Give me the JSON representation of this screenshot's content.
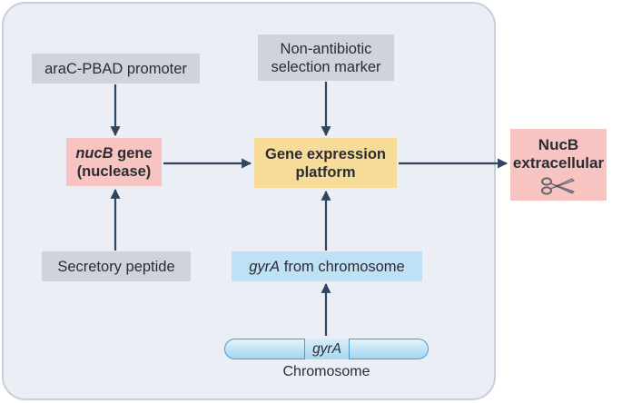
{
  "promoter": "araC-PBAD promoter",
  "marker": {
    "line1": "Non-antibiotic",
    "line2": "selection marker"
  },
  "nuc_gene": {
    "gene": "nucB",
    "gene_suffix": " gene",
    "line2": "(nuclease)"
  },
  "platform": {
    "line1": "Gene expression",
    "line2": "platform"
  },
  "output": {
    "line1": "NucB",
    "line2": "extracellular"
  },
  "secretory": "Secretory peptide",
  "gyra_box": {
    "gene": "gyrA",
    "suffix": " from chromosome"
  },
  "chromosome": {
    "segment": "gyrA",
    "label": "Chromosome"
  },
  "colors": {
    "panel": "#ebeef4",
    "gray_box": "#cfd4dc",
    "pink_box": "#f7c4c1",
    "yellow_box": "#f6dc98",
    "blue_box": "#bfe1f5",
    "arrow": "#2f4560"
  },
  "icons": {
    "output": "scissors-icon"
  }
}
